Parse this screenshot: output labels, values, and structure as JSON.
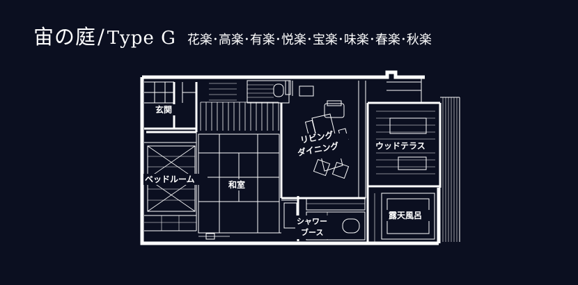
{
  "header": {
    "title": "宙の庭",
    "separator": "/",
    "type_label": "Type G",
    "room_names": "花楽･高楽･有楽･悦楽･宝楽･味楽･春楽･秋楽"
  },
  "floorplan": {
    "rooms": {
      "entrance": "玄関",
      "bedroom": "ベッドルーム",
      "washitsu": "和室",
      "living_line1": "リビング",
      "living_line2": "ダイニング",
      "wood_terrace": "ウッドテラス",
      "shower_line1": "シャワー",
      "shower_line2": "ブース",
      "open_bath": "露天風呂"
    },
    "colors": {
      "background": "#0b0f20",
      "wall": "#ffffff",
      "line": "#ffffff"
    }
  }
}
